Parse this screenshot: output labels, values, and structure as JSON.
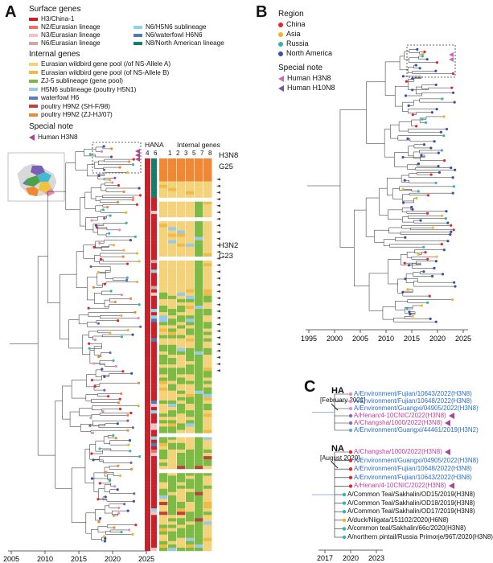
{
  "panels": {
    "a": "A",
    "b": "B",
    "c": "C"
  },
  "legend_a": {
    "surface_title": "Surface genes",
    "surface_left": [
      {
        "label": "H3/China-1",
        "color": "#cc1f28"
      },
      {
        "label": "N2/Eurasian lineage",
        "color": "#ee7068"
      },
      {
        "label": "N3/Eurasian lineage",
        "color": "#f4c1c6"
      },
      {
        "label": "N6/Eurasian lineage",
        "color": "#cfa6a0"
      }
    ],
    "surface_right": [
      {
        "label": "N6/H5N6 sublineage",
        "color": "#8ed3e6"
      },
      {
        "label": "N6/waterfowl H6N6",
        "color": "#4e7bb8"
      },
      {
        "label": "N8/North American lineage",
        "color": "#157d6a"
      }
    ],
    "internal_title": "Internal genes",
    "internal": [
      {
        "label": "Eurasian wildbird gene pool (/of NS-Allele A)",
        "color": "#f3d27a"
      },
      {
        "label": "Eurasian wildbird gene pool (of NS-Allele B)",
        "color": "#f0bb45"
      },
      {
        "label": "ZJ-5 sublineage (gene pool)",
        "color": "#7cba44"
      },
      {
        "label": "H5N6 sublineage (poultry H5N1)",
        "color": "#9ac9e3"
      },
      {
        "label": "waterfowl H6",
        "color": "#5b7fb7"
      },
      {
        "label": "poultry H9N2 (SH-F/98)",
        "color": "#b9453a"
      },
      {
        "label": "poultry H9N2 (ZJ-HJ/07)",
        "color": "#ef8733"
      }
    ],
    "special_title": "Special note",
    "special": [
      {
        "label": "Human H3N8",
        "icon": "triangle-left",
        "color": "#b0449c"
      }
    ]
  },
  "heatmap": {
    "group_label": "HANA",
    "internal_label": "Internal genes",
    "col_labels": [
      "4",
      "6",
      "1",
      "2",
      "3",
      "5",
      "7",
      "8"
    ],
    "annotations": [
      "H3N8",
      "G25",
      "H3N2",
      "G23"
    ]
  },
  "axis_a": {
    "ticks": [
      "2005",
      "2010",
      "2015",
      "2020",
      "2025"
    ]
  },
  "legend_b": {
    "region_title": "Region",
    "regions": [
      {
        "label": "China",
        "color": "#e0262b"
      },
      {
        "label": "Asia",
        "color": "#f2b230"
      },
      {
        "label": "Russia",
        "color": "#36b5a6"
      },
      {
        "label": "North America",
        "color": "#3a4fa8"
      }
    ],
    "special_title": "Special note",
    "special": [
      {
        "label": "Human H3N8",
        "color": "#c96bb6"
      },
      {
        "label": "Human H10N8",
        "color": "#7a52a3"
      }
    ]
  },
  "axis_b": {
    "ticks": [
      "1995",
      "2000",
      "2005",
      "2010",
      "2015",
      "2020",
      "2025"
    ]
  },
  "panel_c": {
    "ha": {
      "label": "HA",
      "date": "[February 2021]",
      "taxa": [
        {
          "name": "A/Environment/Fujian/10643/2022(H3N8)",
          "color": "blue",
          "dot": "#e88bb8"
        },
        {
          "name": "A/Environment/Fujian/10648/2022(H3N8)",
          "color": "blue",
          "dot": "#e88bb8"
        },
        {
          "name": "A/Environment/Guangxi/04905/2022(H3N8)",
          "color": "blue",
          "dot": "#e88bb8"
        },
        {
          "name": "A/Henan/4-10CNIC/2022(H3N8)",
          "color": "pink",
          "dot": "#7a6fc2",
          "human": true
        },
        {
          "name": "A/Changsha/1000/2022(H3N8)",
          "color": "pink",
          "dot": "#7a6fc2",
          "human": true
        },
        {
          "name": "A/Environment/Guangxi/44461/2019(H3N2)",
          "color": "blue",
          "dot": "#5ba8d6"
        }
      ]
    },
    "na": {
      "label": "NA",
      "date": "[August 2020]",
      "taxa": [
        {
          "name": "A/Changsha/1000/2022(H3N8)",
          "color": "pink",
          "dot": "#e0262b",
          "human": true
        },
        {
          "name": "A/Environment/Guangxi/04905/2022(H3N8)",
          "color": "blue",
          "dot": "#e0262b"
        },
        {
          "name": "A/Environment/Fujian/10648/2022(H3N8)",
          "color": "blue",
          "dot": "#e0262b"
        },
        {
          "name": "A/Environment/Fujian/10643/2022(H3N8)",
          "color": "blue",
          "dot": "#e0262b"
        },
        {
          "name": "A/Henan/4-10CNIC/2022(H3N8)",
          "color": "pink",
          "dot": "#e0262b",
          "human": true
        },
        {
          "name": "A/Common Teal/Sakhalin/OD15/2019(H3N8)",
          "color": "blk",
          "dot": "#36b5a6"
        },
        {
          "name": "A/Common Teal/Sakhalin/OD18/2019(H3N8)",
          "color": "blk",
          "dot": "#36b5a6"
        },
        {
          "name": "A/Common Teal/Sakhalin/OD17/2019(H3N8)",
          "color": "blk",
          "dot": "#36b5a6"
        },
        {
          "name": "A/duck/Niigata/151102/2020(H6N8)",
          "color": "blk",
          "dot": "#f2b230"
        },
        {
          "name": "A/common teal/Sakhalin/66c/2020(H3N8)",
          "color": "blk",
          "dot": "#36b5a6"
        },
        {
          "name": "A/northern pintail/Russia Primorje/96T/2020(H3N8)",
          "color": "blk",
          "dot": "#36b5a6"
        }
      ]
    },
    "axis_ticks": [
      "2017",
      "2020",
      "2023"
    ]
  }
}
